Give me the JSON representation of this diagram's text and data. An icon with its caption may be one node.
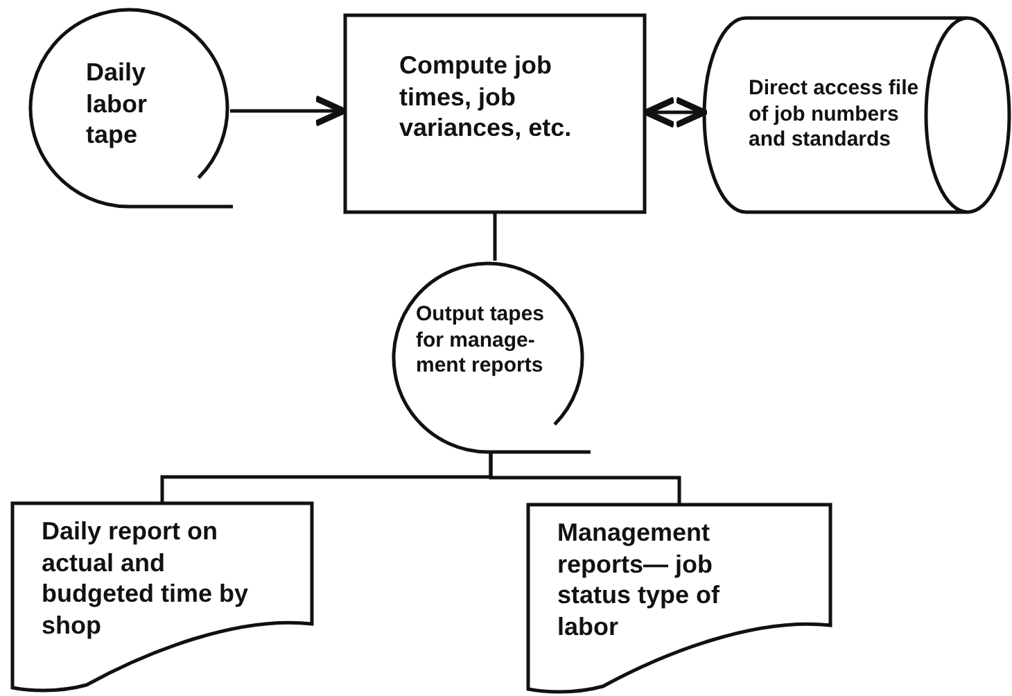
{
  "diagram": {
    "nodes": [
      {
        "text": [
          "Daily labor tape"
        ]
      },
      {
        "text": [
          "Compute job times, job variances, etc."
        ]
      },
      {
        "text": [
          "Direct access file of job numbers and standards"
        ]
      },
      {
        "text": [
          "Output tapes for manage- ment reports"
        ]
      },
      {
        "text": [
          "Daily report on actual and budgeted time by shop"
        ]
      },
      {
        "text": [
          "Management reports— job status type of labor"
        ]
      }
    ],
    "edges": [
      {
        "from": 0,
        "to": 1,
        "arrow": "to"
      },
      {
        "from": 1,
        "to": 2,
        "arrow": "both"
      },
      {
        "from": 1,
        "to": 3,
        "arrow": "none"
      },
      {
        "from": 3,
        "to": 4,
        "arrow": "none"
      },
      {
        "from": 3,
        "to": 5,
        "arrow": "none"
      }
    ]
  }
}
